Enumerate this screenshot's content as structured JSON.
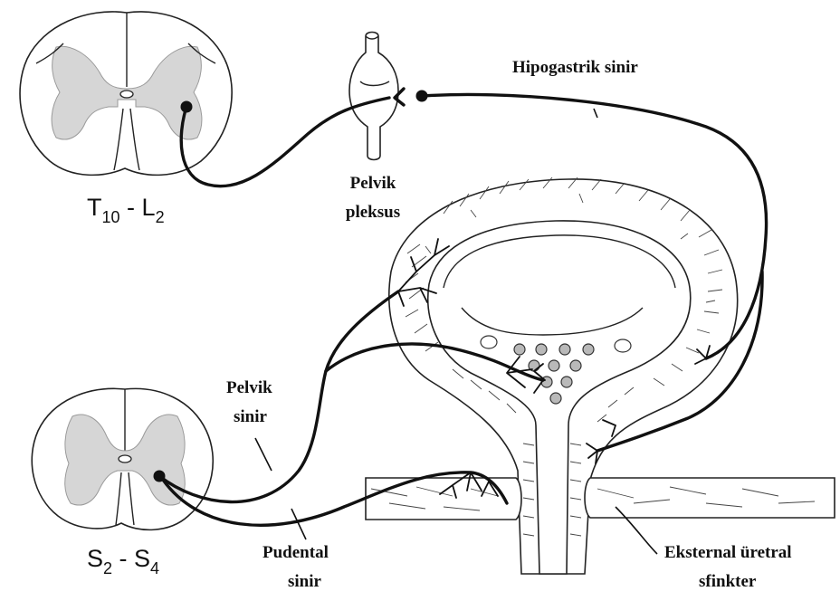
{
  "labels": {
    "cord_upper": {
      "base1": "T",
      "sub1": "10",
      "sep": " - ",
      "base2": "L",
      "sub2": "2"
    },
    "cord_lower": {
      "base1": "S",
      "sub1": "2",
      "sep": " - ",
      "base2": "S",
      "sub2": "4"
    },
    "pelvic_plexus": {
      "line1": "Pelvik",
      "line2": "pleksus"
    },
    "hypogastric_nerve": "Hipogastrik sinir",
    "pelvic_nerve": {
      "line1": "Pelvik",
      "line2": "sinir"
    },
    "pudendal_nerve": {
      "line1": "Pudental",
      "line2": "sinir"
    },
    "external_sphincter": {
      "line1": "Eksternal üretral",
      "line2": "sfinkter"
    }
  },
  "colors": {
    "gray_matter": "#d6d6d6",
    "nerve": "#111111",
    "receptor_dots": "#b9b9b9"
  }
}
